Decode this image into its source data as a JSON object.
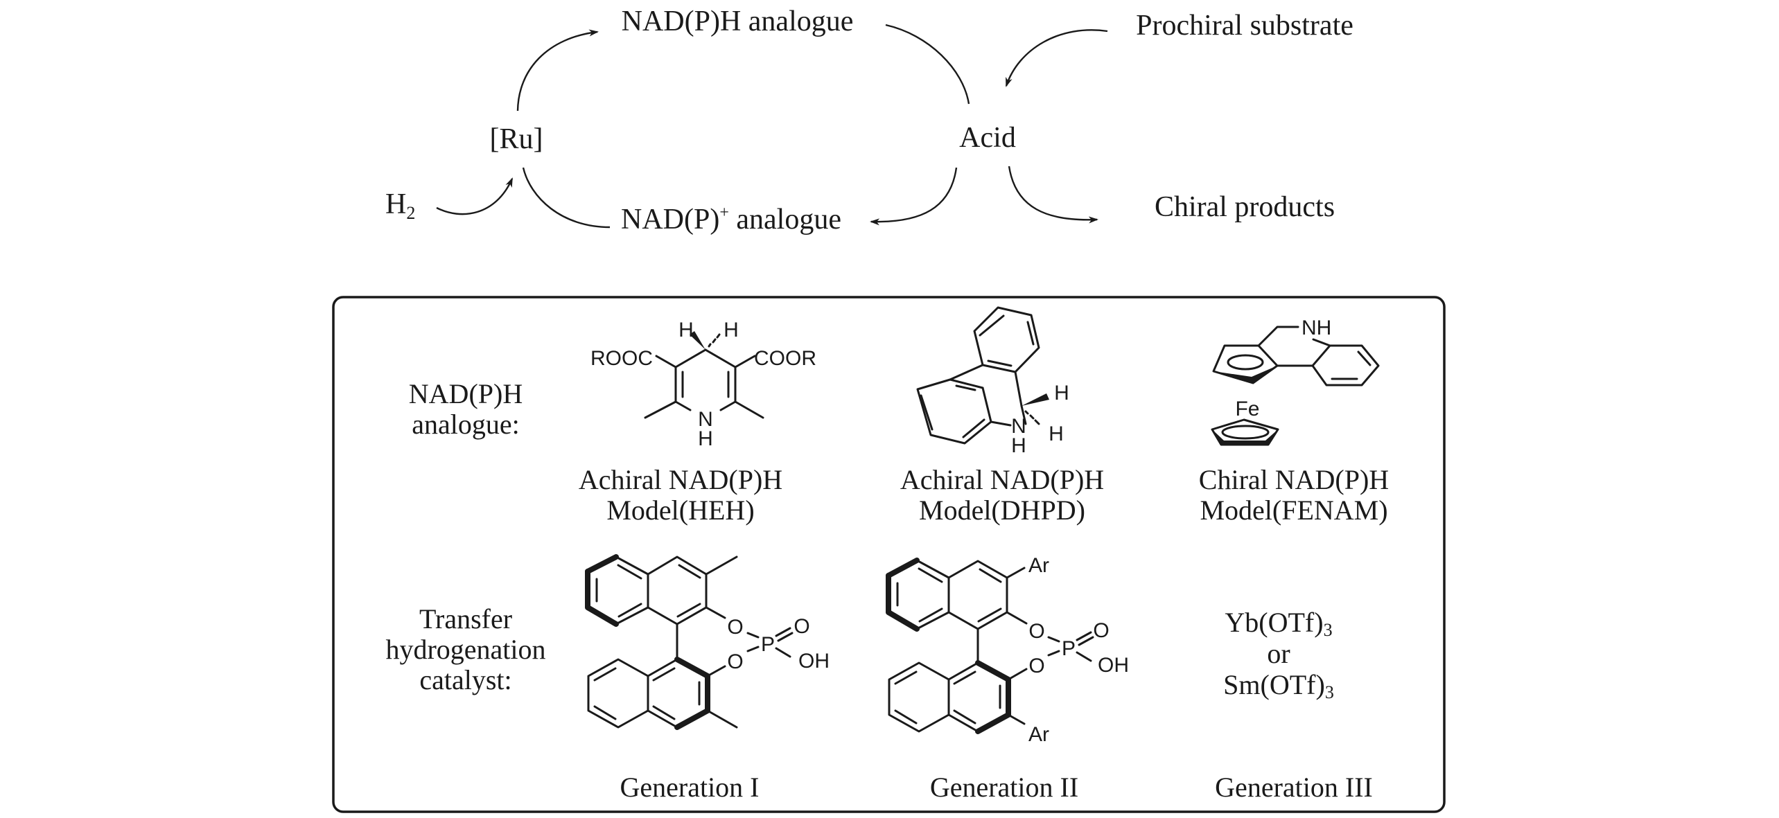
{
  "cycle": {
    "ru": "[Ru]",
    "h2_main": "H",
    "h2_sub": "2",
    "nadph": "NAD(P)H analogue",
    "nadp_plus_main": "NAD(P)",
    "nadp_plus_sup": "+",
    "nadp_plus_rest": " analogue",
    "acid": "Acid",
    "prochiral": "Prochiral substrate",
    "chiral_products": "Chiral products"
  },
  "box": {
    "row1_label": [
      "NAD(P)H",
      "analogue:"
    ],
    "row2_label": [
      "Transfer",
      "hydrogenation",
      "catalyst:"
    ],
    "analogues": [
      {
        "name": [
          "Achiral NAD(P)H",
          "Model(HEH)"
        ],
        "atoms": {
          "rooc": "ROOC",
          "coor": "COOR",
          "h_left": "H",
          "h_right": "H",
          "n": "N",
          "nh": "H"
        }
      },
      {
        "name": [
          "Achiral NAD(P)H",
          "Model(DHPD)"
        ],
        "atoms": {
          "n": "N",
          "nh": "H",
          "h_top": "H",
          "h_bottom": "H"
        }
      },
      {
        "name": [
          "Chiral NAD(P)H",
          "Model(FENAM)"
        ],
        "atoms": {
          "nh": "NH",
          "fe": "Fe"
        }
      }
    ],
    "catalysts": [
      {
        "generation": "Generation I",
        "atoms": {
          "o1": "O",
          "o2": "O",
          "p": "P",
          "o_double": "O",
          "oh": "OH"
        }
      },
      {
        "generation": "Generation II",
        "atoms": {
          "o1": "O",
          "o2": "O",
          "p": "P",
          "o_double": "O",
          "oh": "OH",
          "ar_top": "Ar",
          "ar_bottom": "Ar"
        }
      },
      {
        "generation": "Generation III",
        "lines": [
          {
            "main": "Yb(OTf)",
            "sub": "3"
          },
          {
            "main": "or",
            "sub": ""
          },
          {
            "main": "Sm(OTf)",
            "sub": "3"
          }
        ]
      }
    ]
  }
}
